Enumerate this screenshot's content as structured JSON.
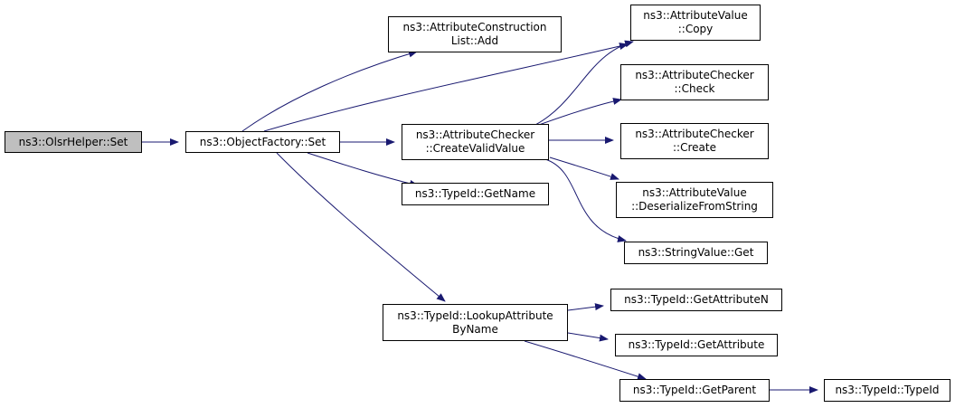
{
  "colors": {
    "edge": "#191970",
    "node_fill": "#ffffff",
    "current_fill": "#bfbfbf",
    "border": "#000000"
  },
  "nodes": {
    "olsr_set": "ns3::OlsrHelper::Set",
    "factory_set": "ns3::ObjectFactory::Set",
    "list_add": "ns3::AttributeConstruction\nList::Add",
    "av_copy": "ns3::AttributeValue\n::Copy",
    "create_valid": "ns3::AttributeChecker\n::CreateValidValue",
    "ac_check": "ns3::AttributeChecker\n::Check",
    "ac_create": "ns3::AttributeChecker\n::Create",
    "av_deser": "ns3::AttributeValue\n::DeserializeFromString",
    "sv_get": "ns3::StringValue::Get",
    "get_name": "ns3::TypeId::GetName",
    "lookup": "ns3::TypeId::LookupAttribute\nByName",
    "get_attr_n": "ns3::TypeId::GetAttributeN",
    "get_attr": "ns3::TypeId::GetAttribute",
    "get_parent": "ns3::TypeId::GetParent",
    "typeid": "ns3::TypeId::TypeId"
  }
}
